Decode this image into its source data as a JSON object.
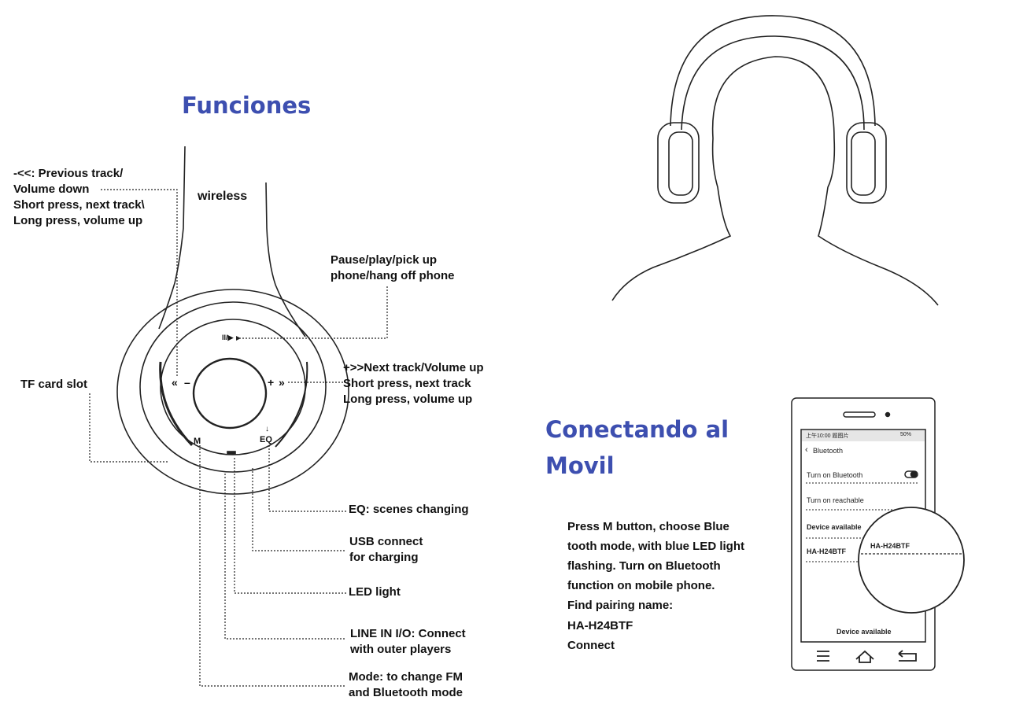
{
  "headings": {
    "funciones": "Funciones",
    "conectando_line1": "Conectando al",
    "conectando_line2": "Movil"
  },
  "headphone": {
    "band_label": "wireless",
    "button_labels": {
      "play_pause": "II/▶",
      "prev": "«",
      "minus": "–",
      "plus": "+",
      "next": "»",
      "mode": "M",
      "eq_arrow": "↓",
      "eq": "EQ"
    }
  },
  "callouts": {
    "prev": [
      "-<<: Previous track/",
      "Volume down",
      "Short press, next track\\",
      "Long press, volume up"
    ],
    "pause": [
      "Pause/play/pick up",
      "phone/hang off phone"
    ],
    "next": [
      "+>>Next track/Volume up",
      "Short press, next track",
      "Long press, volume up"
    ],
    "tf": [
      "TF card slot"
    ],
    "eq": [
      "EQ: scenes changing"
    ],
    "usb": [
      "USB connect",
      "for charging"
    ],
    "led": [
      "LED light"
    ],
    "linein": [
      "LINE IN I/O:  Connect",
      "with outer players"
    ],
    "mode": [
      "Mode: to change FM",
      "and Bluetooth mode"
    ]
  },
  "instructions": [
    "Press M button, choose  Blue",
    "tooth mode, with blue LED light",
    "flashing. Turn on Bluetooth",
    "function on mobile phone.",
    "Find pairing name:",
    "HA-H24BTF",
    "Connect"
  ],
  "phone": {
    "status_left": "上午10:00 题图片",
    "status_right": "50%",
    "title": "Bluetooth",
    "rows": [
      "Turn on Bluetooth",
      "Turn on reachable",
      "Device available",
      "HA-H24BTF"
    ],
    "footer": "Device available",
    "magnified_label": "HA-H24BTF",
    "nav_icons": [
      "menu-icon",
      "home-icon",
      "back-icon"
    ]
  },
  "colors": {
    "heading": "#3d4fb0",
    "ink": "#111111"
  }
}
